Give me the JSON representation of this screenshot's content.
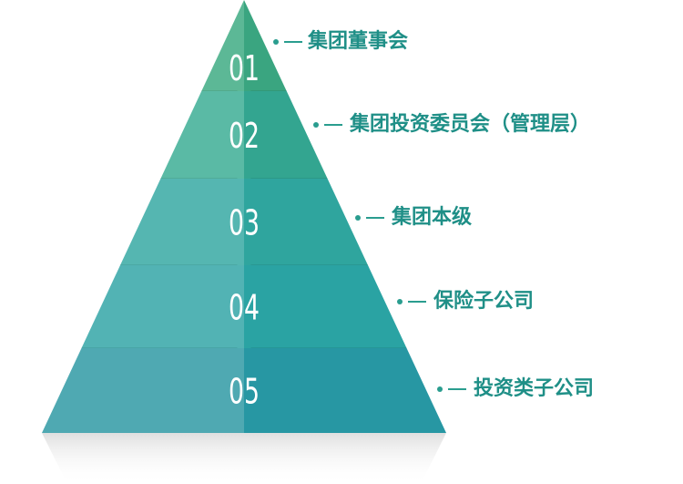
{
  "pyramid": {
    "tiers": [
      {
        "number": "01",
        "label": "集团董事会"
      },
      {
        "number": "02",
        "label": "集团投资委员会（管理层）"
      },
      {
        "number": "03",
        "label": "集团本级"
      },
      {
        "number": "04",
        "label": "保险子公司"
      },
      {
        "number": "05",
        "label": "投资类子公司"
      }
    ]
  },
  "colors": {
    "label_text": "#1f8f87",
    "connector": "#2a9d8f",
    "tier_left": [
      "#5cb896",
      "#5abaa5",
      "#55b6b1",
      "#52b3b4",
      "#4fa9b2"
    ],
    "tier_right": [
      "#3aa580",
      "#33a590",
      "#2fa59e",
      "#2aa3a3",
      "#2797a3"
    ]
  }
}
